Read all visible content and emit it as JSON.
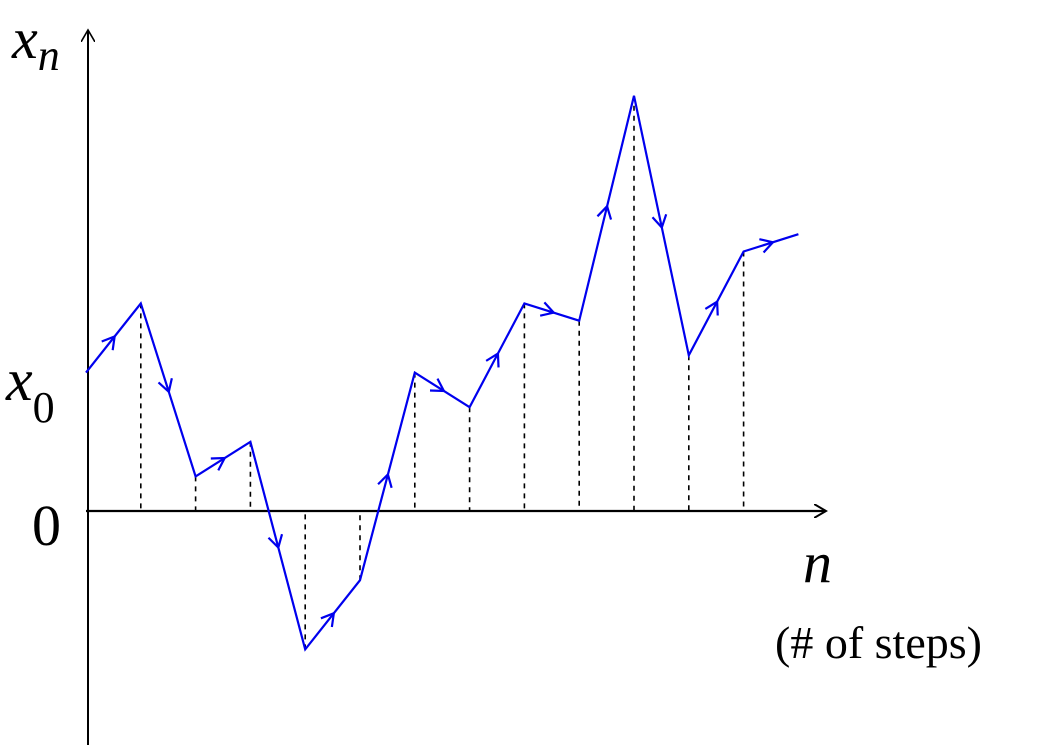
{
  "labels": {
    "y_axis_var": "x",
    "y_axis_sub": "n",
    "start_var": "x",
    "start_sub": "0",
    "zero": "0",
    "x_axis_var": "n",
    "x_axis_caption": "(# of steps)"
  },
  "colors": {
    "path": "#0000ee",
    "axes": "#000000",
    "guides": "#000000"
  },
  "walk": {
    "step_count": 13,
    "start_value": 4,
    "positions": [
      4,
      6,
      1,
      2,
      -4,
      -2,
      4,
      3,
      6,
      5.5,
      12,
      4.5,
      7.5,
      8
    ]
  }
}
